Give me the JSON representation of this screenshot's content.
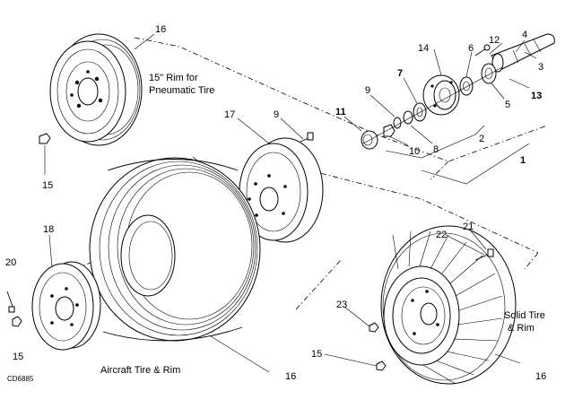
{
  "captions": {
    "rim_15_line1": "15\" Rim for",
    "rim_15_line2": "Pneumatic Tire",
    "aircraft": "Aircraft Tire & Rim",
    "solid_line1": "Solid Tire",
    "solid_line2": "& Rim",
    "figure_code": "CD6885"
  },
  "callouts": {
    "n16_top": "16",
    "n14": "14",
    "n6": "6",
    "n12": "12",
    "n4": "4",
    "n3": "3",
    "n7": "7",
    "n5": "5",
    "n13": "13",
    "n9_hub": "9",
    "n11": "11",
    "n10": "10",
    "n8": "8",
    "n2": "2",
    "n1": "1",
    "n17": "17",
    "n9_rim": "9",
    "n15_left": "15",
    "n18": "18",
    "n20": "20",
    "n15_bottom": "15",
    "n16_aircraft": "16",
    "n22": "22",
    "n21": "21",
    "n23": "23",
    "n15_solid": "15",
    "n16_solid": "16"
  }
}
